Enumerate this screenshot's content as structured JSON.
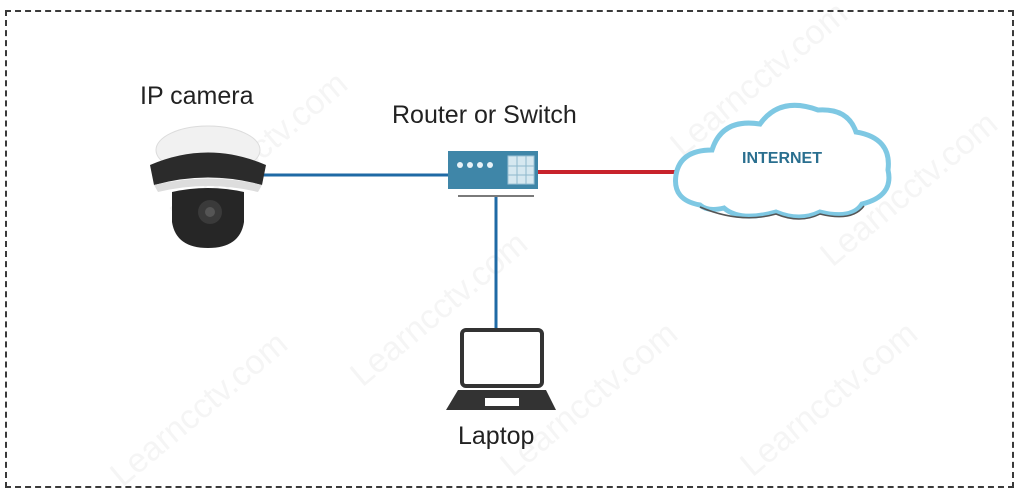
{
  "diagram": {
    "nodes": {
      "camera": {
        "label": "IP camera"
      },
      "router": {
        "label": "Router or Switch"
      },
      "internet": {
        "label": "INTERNET"
      },
      "laptop": {
        "label": "Laptop"
      }
    },
    "links": [
      {
        "from": "camera",
        "to": "router",
        "color": "#1f6aa5"
      },
      {
        "from": "router",
        "to": "internet",
        "color": "#c8232c"
      },
      {
        "from": "router",
        "to": "laptop",
        "color": "#1f6aa5"
      }
    ],
    "watermark": "Learncctv.com",
    "colors": {
      "router_body": "#3f86a8",
      "cloud_outline": "#7ec8e3",
      "cloud_text": "#2a6f8f",
      "laptop": "#333333",
      "frame": "#3a3a3a"
    }
  }
}
